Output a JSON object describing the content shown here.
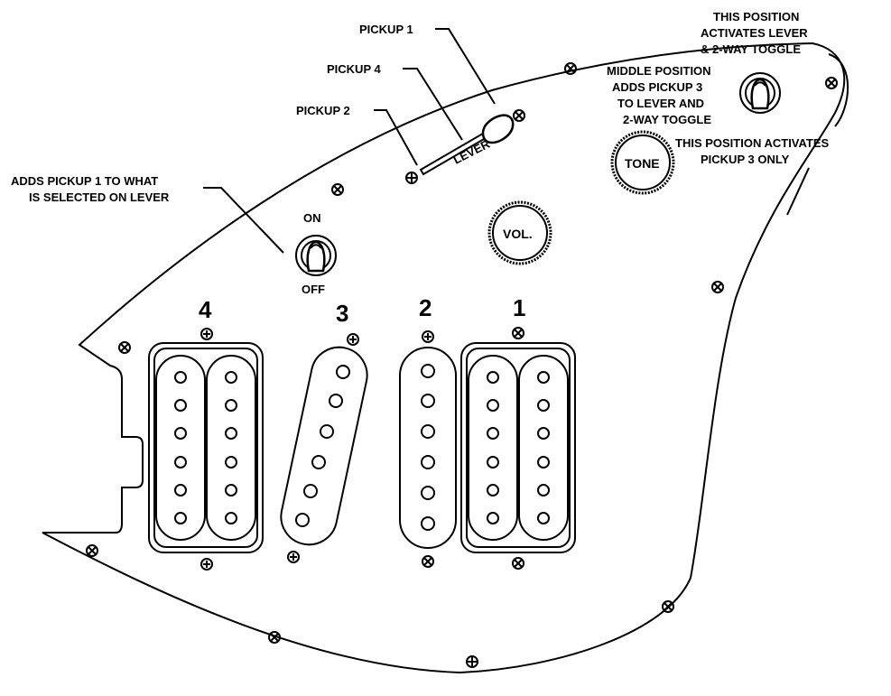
{
  "labels": {
    "pickup1": "PICKUP  1",
    "pickup4": "PICKUP  4",
    "pickup2": "PICKUP  2",
    "lever": "LEVER",
    "adds_line1": "ADDS PICKUP 1 TO WHAT",
    "adds_line2": "IS SELECTED ON LEVER",
    "on": "ON",
    "off": "OFF",
    "this_pos_line1": "THIS POSITION",
    "this_pos_line2": "ACTIVATES LEVER",
    "this_pos_line3": "& 2-WAY TOGGLE",
    "middle_line1": "MIDDLE POSITION",
    "middle_line2": "ADDS PICKUP 3",
    "middle_line3": "TO LEVER AND",
    "middle_line4": "2-WAY TOGGLE",
    "pick3_line1": "THIS POSITION ACTIVATES",
    "pick3_line2": "PICKUP 3 ONLY",
    "tone": "TONE",
    "vol": "VOL."
  },
  "pickups": {
    "num4": "4",
    "num3": "3",
    "num2": "2",
    "num1": "1"
  }
}
